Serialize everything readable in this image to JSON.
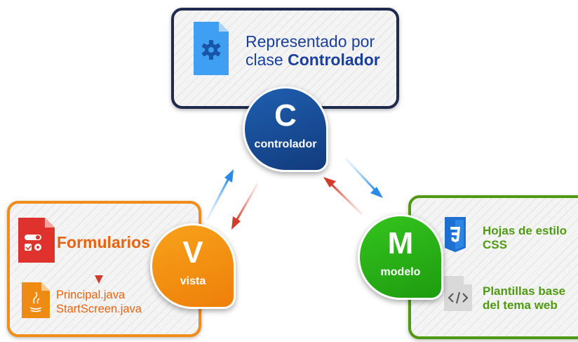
{
  "controlador": {
    "title_line1": "Representado por",
    "title_line2_prefix": "clase ",
    "title_line2_bold": "Controlador",
    "badge_letter": "C",
    "badge_word": "controlador",
    "color": "#1e2a4e"
  },
  "vista": {
    "badge_letter": "V",
    "badge_word": "vista",
    "items_title": "Formularios",
    "files": [
      "Principal.java",
      "StartScreen.java"
    ],
    "color": "#f28c1a"
  },
  "modelo": {
    "badge_letter": "M",
    "badge_word": "modelo",
    "items": [
      {
        "line1": "Hojas de estilo",
        "line2": "CSS",
        "icon": "css3-icon"
      },
      {
        "line1": "Plantillas base",
        "line2": "del tema web",
        "icon": "code-file-icon"
      }
    ],
    "color": "#4f9a12"
  },
  "arrow_colors": {
    "blue": "#2a8be6",
    "red": "#d33b2c"
  }
}
